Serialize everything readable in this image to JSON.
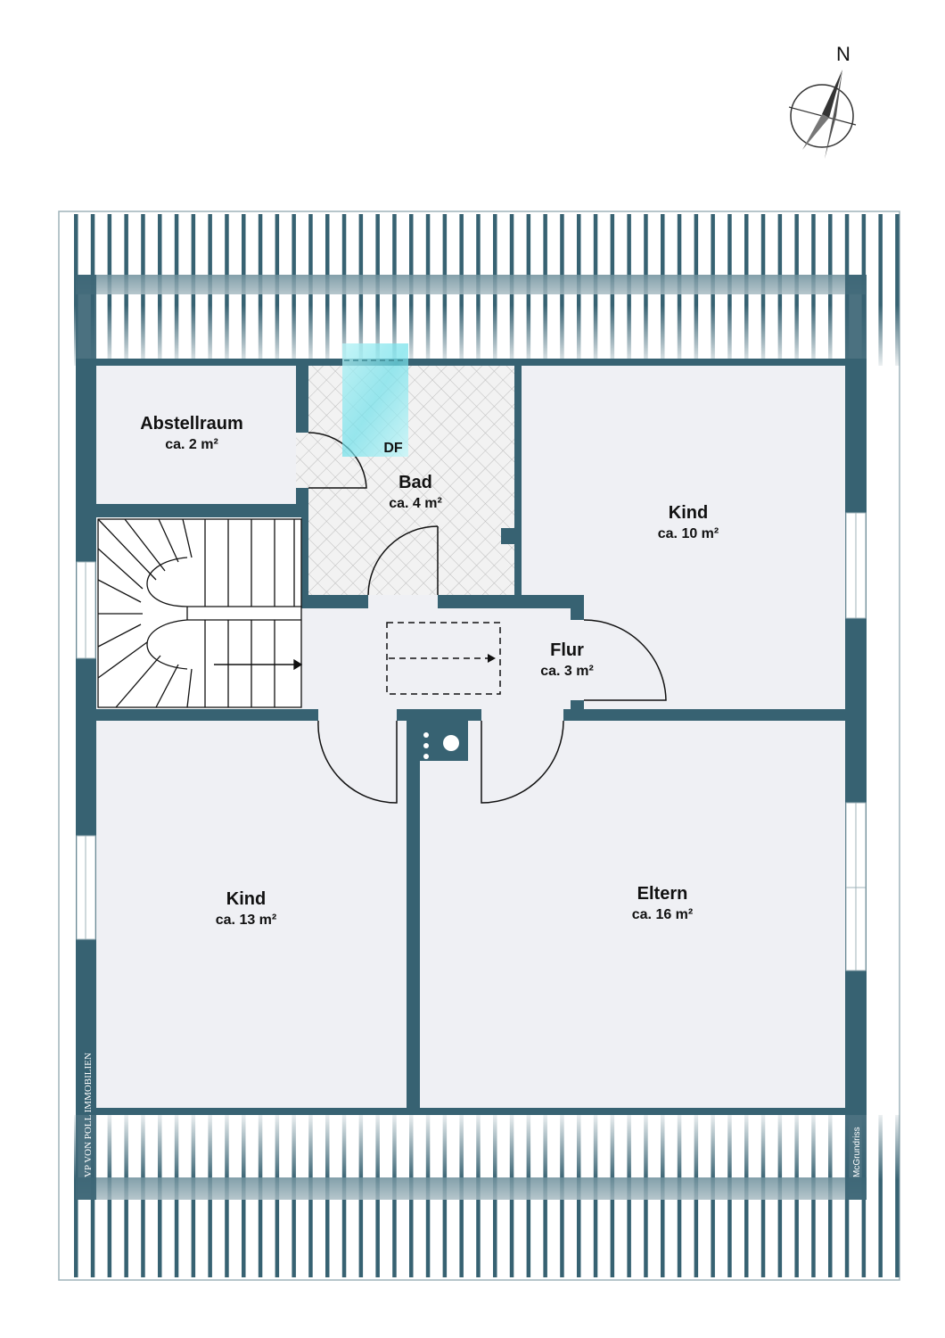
{
  "compass": {
    "label": "N"
  },
  "rooms": [
    {
      "name": "Abstellraum",
      "area": "ca. 2 m²"
    },
    {
      "name": "Bad",
      "area": "ca. 4 m²"
    },
    {
      "name": "Kind",
      "area": "ca. 10 m²"
    },
    {
      "name": "Flur",
      "area": "ca. 3 m²"
    },
    {
      "name": "Kind",
      "area": "ca. 13 m²"
    },
    {
      "name": "Eltern",
      "area": "ca. 16 m²"
    }
  ],
  "skylight": {
    "label": "DF"
  },
  "branding": {
    "logo_left": "VP VON POLL IMMOBILIEN",
    "logo_right": "McGrundriss"
  },
  "colors": {
    "wall": "#376272",
    "floor": "#eff0f4",
    "skylight": "#8fe6ee"
  }
}
